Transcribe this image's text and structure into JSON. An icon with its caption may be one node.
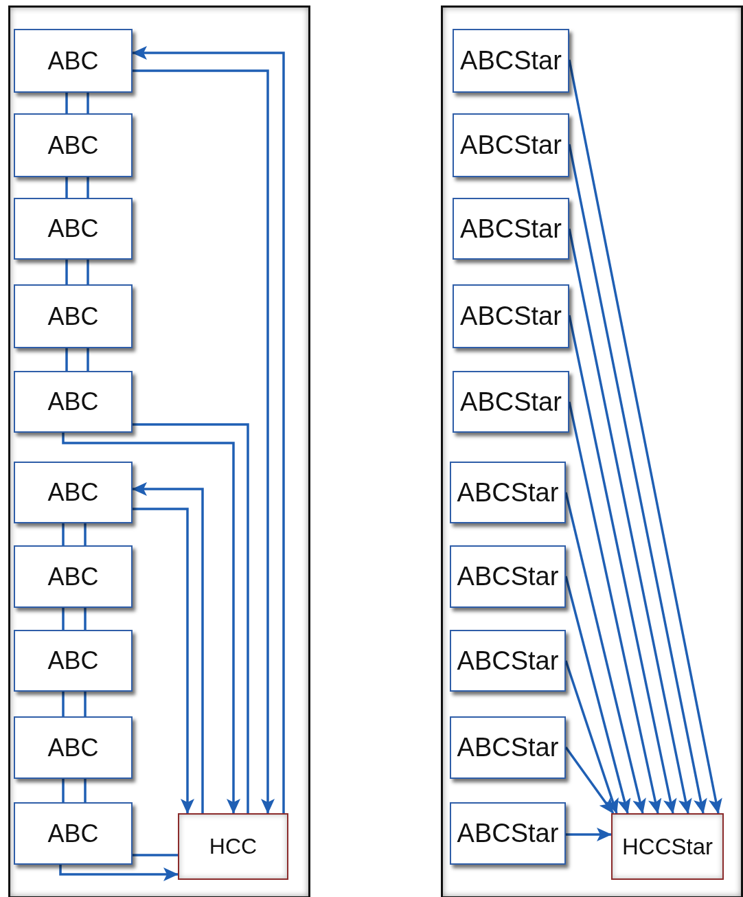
{
  "diagram": {
    "nodes": [
      {
        "text": [],
        "shape": "box"
      },
      {
        "text": [
          "ABC"
        ],
        "in": 0
      },
      {
        "text": [
          "ABC"
        ],
        "in": 0
      },
      {
        "text": [
          "ABC"
        ],
        "in": 0
      },
      {
        "text": [
          "ABC"
        ],
        "in": 0
      },
      {
        "text": [
          "ABC"
        ],
        "in": 0
      },
      {
        "text": [
          "ABC"
        ],
        "in": 0
      },
      {
        "text": [
          "ABC"
        ],
        "in": 0
      },
      {
        "text": [
          "ABC"
        ],
        "in": 0
      },
      {
        "text": [
          "ABC"
        ],
        "in": 0
      },
      {
        "text": [
          "ABC"
        ],
        "in": 0
      },
      {
        "text": [
          "HCC"
        ],
        "in": 0
      },
      {
        "text": [],
        "shape": "box"
      },
      {
        "text": [
          "ABCStar"
        ],
        "in": 12
      },
      {
        "text": [
          "ABCStar"
        ],
        "in": 12
      },
      {
        "text": [
          "ABCStar"
        ],
        "in": 12
      },
      {
        "text": [
          "ABCStar"
        ],
        "in": 12
      },
      {
        "text": [
          "ABCStar"
        ],
        "in": 12
      },
      {
        "text": [
          "ABCStar"
        ],
        "in": 12
      },
      {
        "text": [
          "ABCStar"
        ],
        "in": 12
      },
      {
        "text": [
          "ABCStar"
        ],
        "in": 12
      },
      {
        "text": [
          "ABCStar"
        ],
        "in": 12
      },
      {
        "text": [
          "ABCStar"
        ],
        "in": 12
      },
      {
        "text": [
          "HCCStar"
        ],
        "in": 12
      }
    ],
    "edges": [
      {
        "from": 1,
        "to": 2,
        "arrow": "none"
      },
      {
        "from": 1,
        "to": 2,
        "arrow": "none"
      },
      {
        "from": 2,
        "to": 3,
        "arrow": "none"
      },
      {
        "from": 2,
        "to": 3,
        "arrow": "none"
      },
      {
        "from": 3,
        "to": 4,
        "arrow": "none"
      },
      {
        "from": 3,
        "to": 4,
        "arrow": "none"
      },
      {
        "from": 4,
        "to": 5,
        "arrow": "none"
      },
      {
        "from": 4,
        "to": 5,
        "arrow": "none"
      },
      {
        "from": 6,
        "to": 7,
        "arrow": "none"
      },
      {
        "from": 6,
        "to": 7,
        "arrow": "none"
      },
      {
        "from": 7,
        "to": 8,
        "arrow": "none"
      },
      {
        "from": 7,
        "to": 8,
        "arrow": "none"
      },
      {
        "from": 8,
        "to": 9,
        "arrow": "none"
      },
      {
        "from": 8,
        "to": 9,
        "arrow": "none"
      },
      {
        "from": 9,
        "to": 10,
        "arrow": "none"
      },
      {
        "from": 9,
        "to": 10,
        "arrow": "none"
      },
      {
        "from": 11,
        "to": 1,
        "arrow": "to"
      },
      {
        "from": 1,
        "to": 11,
        "arrow": "to"
      },
      {
        "from": 5,
        "to": 11,
        "arrow": "none"
      },
      {
        "from": 5,
        "to": 11,
        "arrow": "to"
      },
      {
        "from": 11,
        "to": 6,
        "arrow": "to"
      },
      {
        "from": 6,
        "to": 11,
        "arrow": "to"
      },
      {
        "from": 10,
        "to": 11,
        "arrow": "none"
      },
      {
        "from": 10,
        "to": 11,
        "arrow": "to"
      },
      {
        "from": 13,
        "to": 23,
        "arrow": "to"
      },
      {
        "from": 14,
        "to": 23,
        "arrow": "to"
      },
      {
        "from": 15,
        "to": 23,
        "arrow": "to"
      },
      {
        "from": 16,
        "to": 23,
        "arrow": "to"
      },
      {
        "from": 17,
        "to": 23,
        "arrow": "to"
      },
      {
        "from": 18,
        "to": 23,
        "arrow": "to"
      },
      {
        "from": 19,
        "to": 23,
        "arrow": "to"
      },
      {
        "from": 20,
        "to": 23,
        "arrow": "to"
      },
      {
        "from": 21,
        "to": 23,
        "arrow": "to"
      },
      {
        "from": 22,
        "to": 23,
        "arrow": "to"
      }
    ]
  }
}
